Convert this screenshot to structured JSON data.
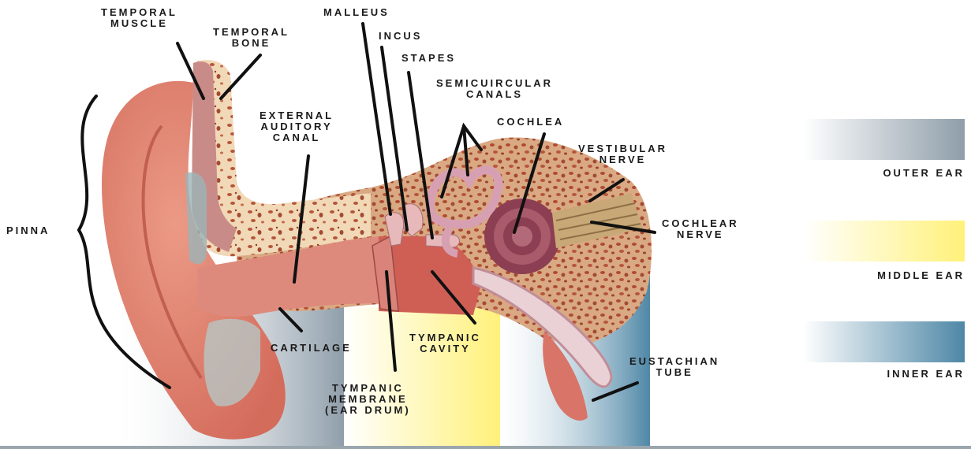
{
  "colors": {
    "outer_ear": "#8f9eaa",
    "middle_ear": "#fff17a",
    "inner_ear": "#4e87a6",
    "skin": "#e0806f",
    "bone": "#f3dfbf",
    "pore": "#b5553a",
    "cochlea": "#9e4a5d",
    "nerve": "#c9a877",
    "leader": "#111111"
  },
  "labels": {
    "temporal_muscle": "TEMPORAL\nMUSCLE",
    "temporal_bone": "TEMPORAL\nBONE",
    "malleus": "MALLEUS",
    "incus": "INCUS",
    "stapes": "STAPES",
    "semicircular_canals": "SEMICUIRCULAR\nCANALS",
    "cochlea": "COCHLEA",
    "vestibular_nerve": "VESTIBULAR\nNERVE",
    "cochlear_nerve": "COCHLEAR\nNERVE",
    "external_auditory_canal": "EXTERNAL\nAUDITORY\nCANAL",
    "pinna": "PINNA",
    "cartilage": "CARTILAGE",
    "tympanic_cavity": "TYMPANIC\nCAVITY",
    "tympanic_membrane": "TYMPANIC\nMEMBRANE\n(EAR DRUM)",
    "eustachian_tube": "EUSTACHIAN\nTUBE"
  },
  "legend": {
    "outer_ear": "OUTER EAR",
    "middle_ear": "MIDDLE EAR",
    "inner_ear": "INNER EAR"
  }
}
